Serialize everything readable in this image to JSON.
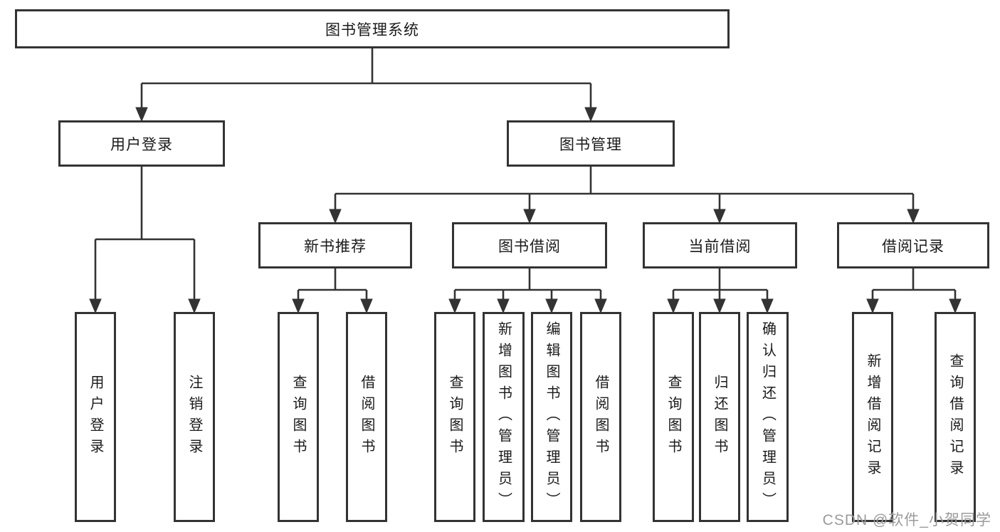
{
  "diagram": {
    "tree": {
      "label": "图书管理系统",
      "children": [
        {
          "label": "用户登录",
          "children": [
            {
              "label": "用户登录"
            },
            {
              "label": "注销登录"
            }
          ]
        },
        {
          "label": "图书管理",
          "children": [
            {
              "label": "新书推荐",
              "children": [
                {
                  "label": "查询图书"
                },
                {
                  "label": "借阅图书"
                }
              ]
            },
            {
              "label": "图书借阅",
              "children": [
                {
                  "label": "查询图书"
                },
                {
                  "label": "新增图书（管理员）"
                },
                {
                  "label": "编辑图书（管理员）"
                },
                {
                  "label": "借阅图书"
                }
              ]
            },
            {
              "label": "当前借阅",
              "children": [
                {
                  "label": "查询图书"
                },
                {
                  "label": "归还图书"
                },
                {
                  "label": "确认归还（管理员）"
                }
              ]
            },
            {
              "label": "借阅记录",
              "children": [
                {
                  "label": "新增借阅记录"
                },
                {
                  "label": "查询借阅记录"
                }
              ]
            }
          ]
        }
      ]
    }
  },
  "watermark": {
    "text": "CSDN @软件_小贺同学"
  },
  "colors": {
    "line": "#333333",
    "text": "#1a1a1a",
    "background": "#ffffff",
    "watermark": "#9b9b9b"
  }
}
